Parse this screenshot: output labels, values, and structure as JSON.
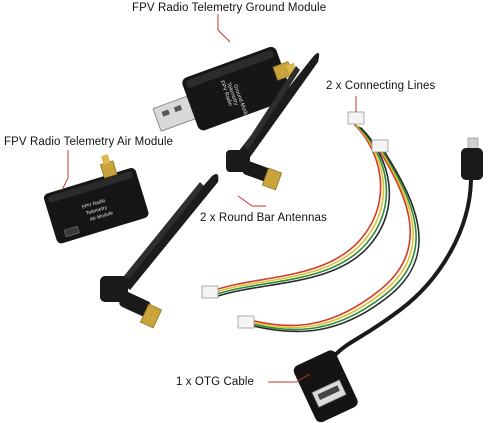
{
  "labels": {
    "ground_module": "FPV Radio Telemetry Ground Module",
    "air_module": "FPV Radio Telemetry Air Module",
    "antennas": "2 x Round Bar Antennas",
    "connecting_lines": "2 x Connecting Lines",
    "otg_cable": "1 x OTG Cable"
  },
  "device_print": {
    "ground_line1": "FPV Radio",
    "ground_line2": "Telemetry",
    "ground_line3": "Ground Module",
    "air_line1": "FPV Radio",
    "air_line2": "Telemetry",
    "air_line3": "Air Module"
  },
  "colors": {
    "leader_line": "#c0392b",
    "device_body": "#141414",
    "antenna_body": "#1c1c1c",
    "gold": "#c9a43a",
    "wire_red": "#d23b2a",
    "wire_yellow": "#e0c22a",
    "wire_green": "#2e8b3e",
    "wire_black": "#2a2a2a"
  }
}
